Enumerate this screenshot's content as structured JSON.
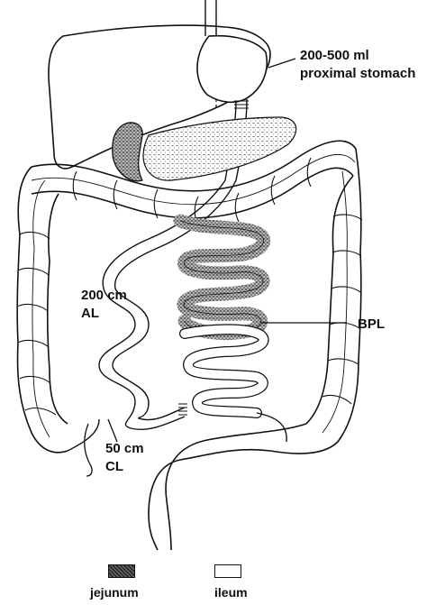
{
  "labels": {
    "stomach_volume": "200-500 ml",
    "stomach_part": "proximal stomach",
    "al_length": "200 cm",
    "al_name": "AL",
    "bpl_name": "BPL",
    "cl_length": "50 cm",
    "cl_name": "CL"
  },
  "legend": {
    "jejunum": "jejunum",
    "ileum": "ileum"
  },
  "colors": {
    "line": "#111111",
    "stipple_dark": "#3a3a3a",
    "background": "#ffffff"
  }
}
